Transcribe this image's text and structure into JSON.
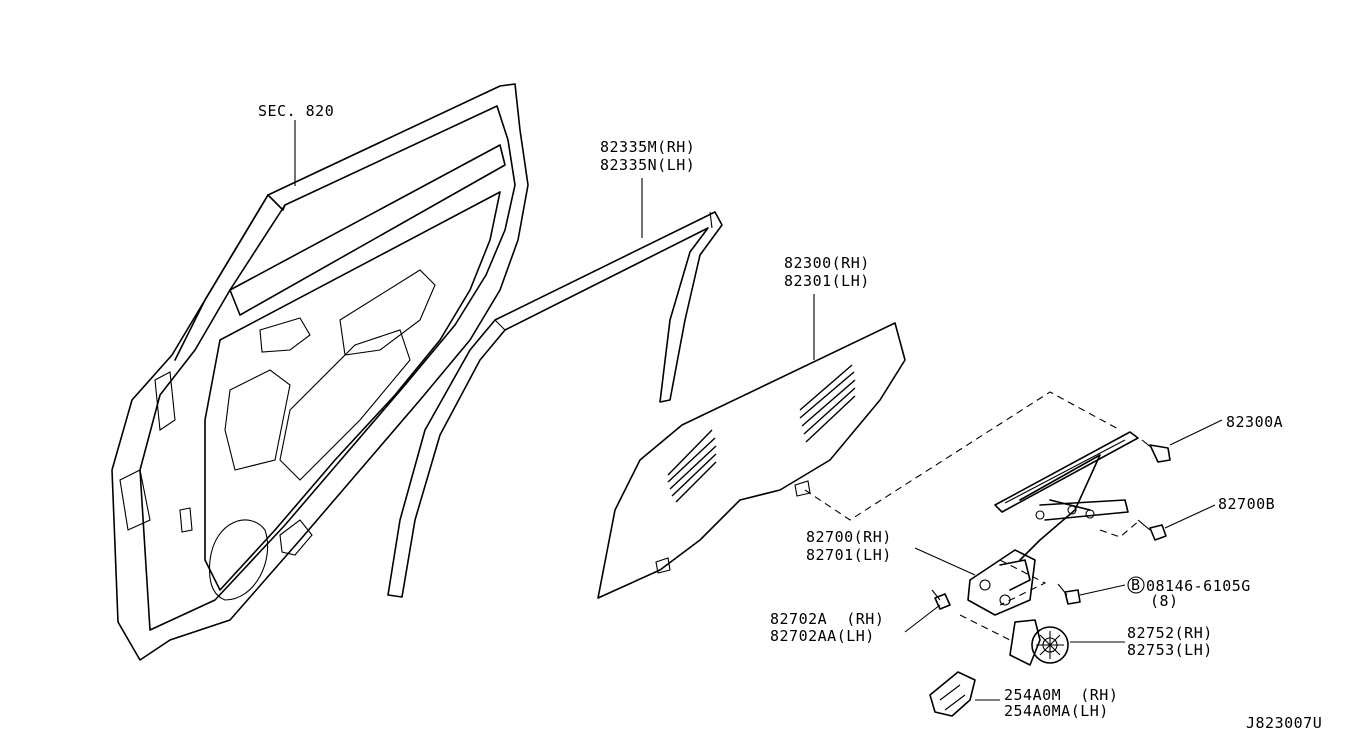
{
  "diagram_id": "J823007U",
  "labels": {
    "sec": "SEC. 820",
    "sash_rh": "82335M(RH)",
    "sash_lh": "82335N(LH)",
    "glass_rh": "82300(RH)",
    "glass_lh": "82301(LH)",
    "bolt_a": "82300A",
    "nut_b": "82700B",
    "regulator_rh": "82700(RH)",
    "regulator_lh": "82701(LH)",
    "bolt_pn": "08146-6105G",
    "bolt_qty": "(8)",
    "bolt_prefix": "B",
    "clip_rh": "82702A  (RH)",
    "clip_lh": "82702AA(LH)",
    "motor_rh": "82752(RH)",
    "motor_lh": "82753(LH)",
    "module_rh": "254A0M  (RH)",
    "module_lh": "254A0MA(LH)"
  }
}
